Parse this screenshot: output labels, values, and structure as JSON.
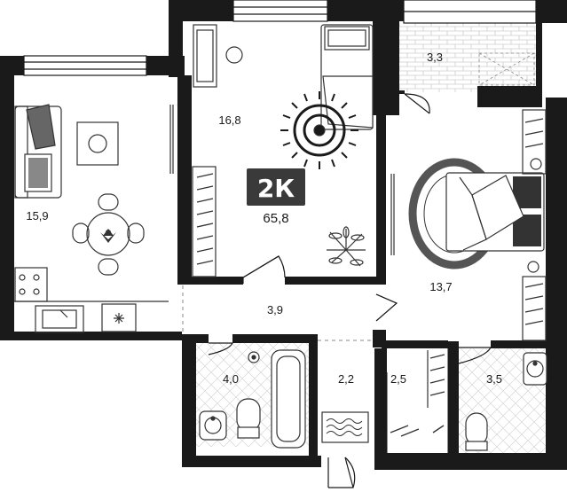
{
  "plan": {
    "badge": "2К",
    "total_area": "65,8",
    "rooms": [
      {
        "id": "kitchen",
        "area": "15,9"
      },
      {
        "id": "bedroom-1",
        "area": "16,8"
      },
      {
        "id": "balcony",
        "area": "3,3"
      },
      {
        "id": "bedroom-2",
        "area": "13,7"
      },
      {
        "id": "hall",
        "area": "3,9"
      },
      {
        "id": "bathroom",
        "area": "4,0"
      },
      {
        "id": "entry",
        "area": "2,2"
      },
      {
        "id": "closet",
        "area": "2,5"
      },
      {
        "id": "wc",
        "area": "3,5"
      }
    ]
  },
  "colors": {
    "wall": "#1a1a1a",
    "ink": "#333333",
    "badge_bg": "#3a3a3a",
    "grey_fill": "#555555",
    "paper": "#ffffff"
  }
}
